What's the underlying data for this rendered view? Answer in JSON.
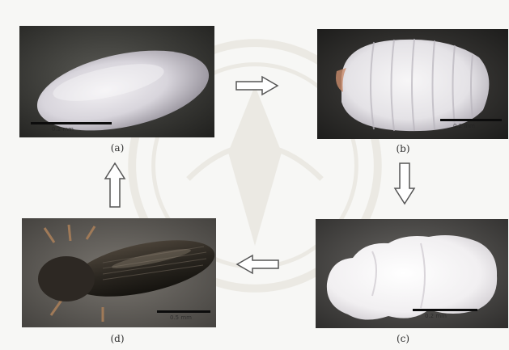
{
  "figure": {
    "panels": [
      {
        "id": "a",
        "caption": "(a)",
        "scale_label": "0.2 mm",
        "stage": "egg"
      },
      {
        "id": "b",
        "caption": "(b)",
        "scale_label": "0.2 mm",
        "stage": "larva"
      },
      {
        "id": "c",
        "caption": "(c)",
        "scale_label": "0.2 mm",
        "stage": "pupa"
      },
      {
        "id": "d",
        "caption": "(d)",
        "scale_label": "0.5 mm",
        "stage": "adult"
      }
    ],
    "arrows": [
      {
        "from": "a",
        "to": "b",
        "direction": "right"
      },
      {
        "from": "b",
        "to": "c",
        "direction": "down"
      },
      {
        "from": "c",
        "to": "d",
        "direction": "left"
      },
      {
        "from": "d",
        "to": "a",
        "direction": "up"
      }
    ],
    "colors": {
      "background": "#f7f7f5",
      "panel_dark": "#2a2a2a",
      "arrow_stroke": "#555555"
    }
  }
}
